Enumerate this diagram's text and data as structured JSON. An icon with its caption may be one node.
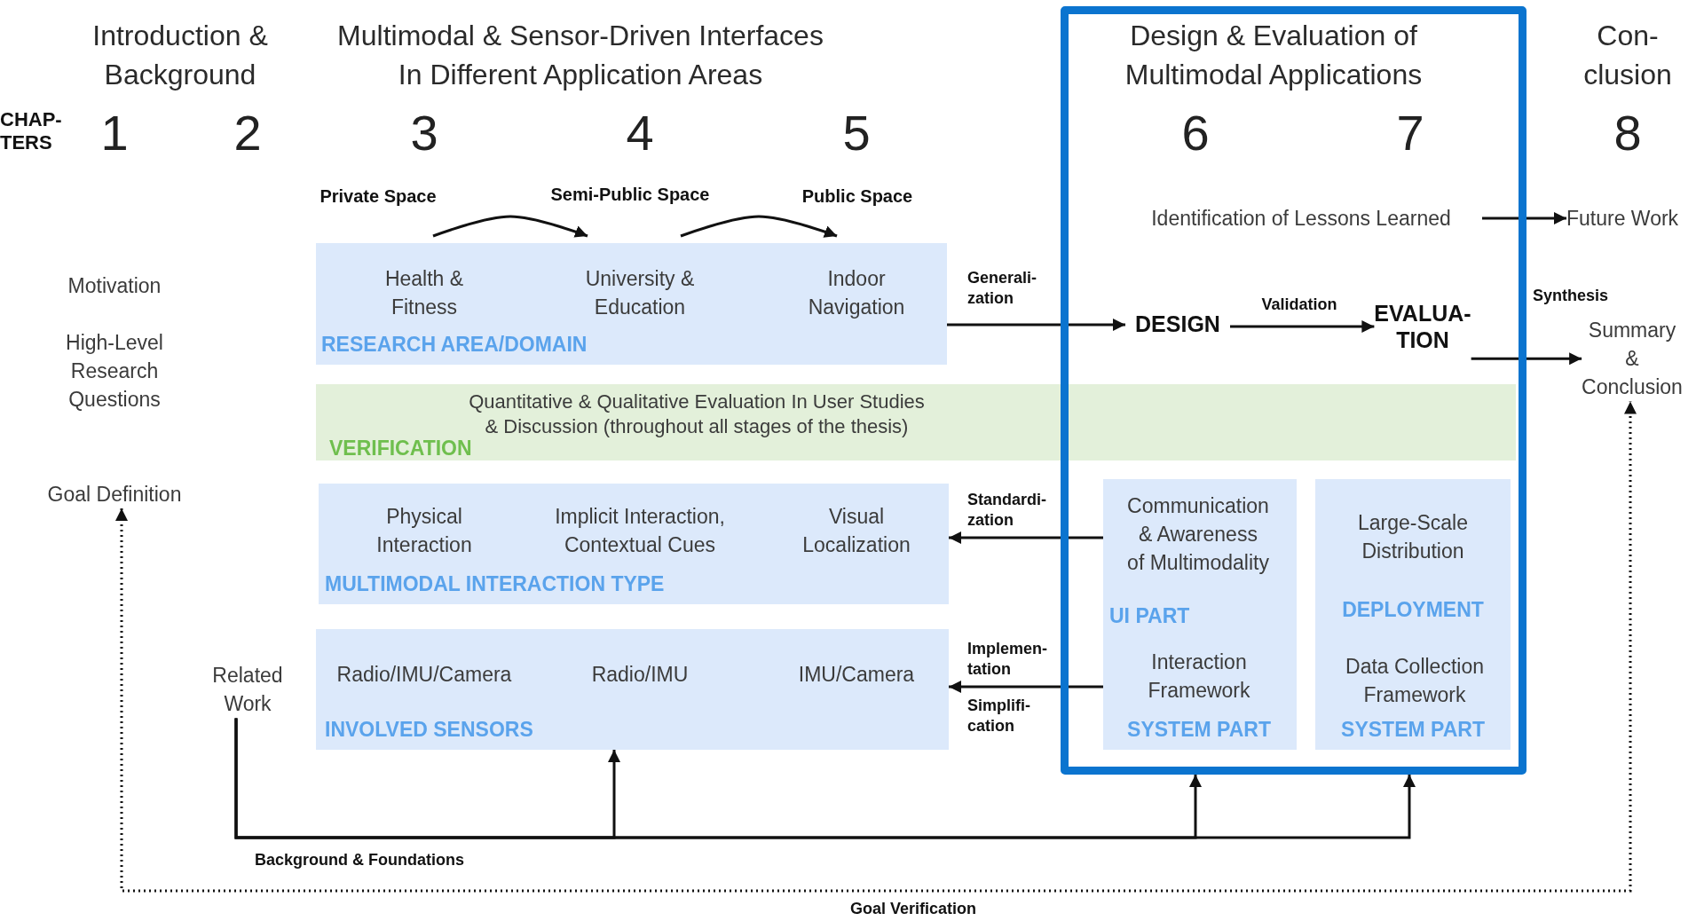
{
  "diagram": {
    "nodes": [
      {
        "text": [
          "Design & Evaluation of Multimodal Applications"
        ]
      },
      {
        "text": [
          "Private Space"
        ]
      },
      {
        "text": [
          "Semi-Public Space"
        ]
      },
      {
        "text": [
          "Public Space"
        ]
      },
      {
        "text": [
          "Identification of Lessons Learned"
        ],
        "in": 0
      },
      {
        "text": [
          "Future Work"
        ]
      },
      {
        "text": [
          "Health & Fitness",
          "University & Education",
          "Indoor Navigation",
          "RESEARCH AREA/DOMAIN"
        ]
      },
      {
        "text": [
          "DESIGN"
        ],
        "in": 0
      },
      {
        "text": [
          "EVALUA- TION"
        ],
        "in": 0
      },
      {
        "text": [
          "Summary & Conclusion"
        ]
      },
      {
        "text": [
          "Quantitative & Qualitative Evaluation In User Studies & Discussion (throughout all stages of the thesis)",
          "VERIFICATION"
        ]
      },
      {
        "text": [
          "Goal Definition"
        ]
      },
      {
        "text": [
          "Physical Interaction",
          "Implicit Interaction, Contextual Cues",
          "Visual Localization",
          "MULTIMODAL INTERACTION TYPE"
        ]
      },
      {
        "text": [
          "Communication & Awareness of Multimodality",
          "UI PART",
          "Interaction Framework",
          "SYSTEM PART"
        ],
        "in": 0
      },
      {
        "text": [
          "Large-Scale Distribution",
          "DEPLOYMENT",
          "Data Collection Framework",
          "SYSTEM PART"
        ],
        "in": 0
      },
      {
        "text": [
          "Related Work"
        ]
      },
      {
        "text": [
          "Radio/IMU/Camera",
          "Radio/IMU",
          "IMU/Camera",
          "INVOLVED SENSORS"
        ]
      }
    ],
    "edges": [
      {
        "from": 1,
        "to": 2,
        "arrow": "to"
      },
      {
        "from": 2,
        "to": 3,
        "arrow": "to"
      },
      {
        "from": 4,
        "to": 5,
        "arrow": "to"
      },
      {
        "from": 6,
        "to": 7,
        "arrow": "to",
        "label": "Generali- zation"
      },
      {
        "from": 7,
        "to": 8,
        "arrow": "to",
        "label": "Validation"
      },
      {
        "from": 8,
        "to": 9,
        "arrow": "to",
        "label": "Synthesis"
      },
      {
        "from": 13,
        "to": 12,
        "arrow": "to",
        "label": "Standardi- zation"
      },
      {
        "from": 13,
        "to": 16,
        "arrow": "to",
        "label": "Implemen- tation"
      },
      {
        "from": 15,
        "to": 16,
        "arrow": "to",
        "label": "Background & Foundations"
      },
      {
        "from": 15,
        "to": 0,
        "arrow": "to"
      },
      {
        "from": 15,
        "to": 0,
        "arrow": "to"
      },
      {
        "from": 11,
        "to": 9,
        "arrow": "both",
        "style": "dashed",
        "label": "Goal Verification"
      }
    ],
    "labels": [
      "Introduction & Background",
      "Multimodal & Sensor-Driven Interfaces In Different Application Areas",
      "Con- clusion",
      "CHAP- TERS",
      "1",
      "2",
      "3",
      "4",
      "5",
      "6",
      "7",
      "8",
      "Motivation",
      "High-Level Research Questions",
      "Simplifi- cation"
    ]
  }
}
